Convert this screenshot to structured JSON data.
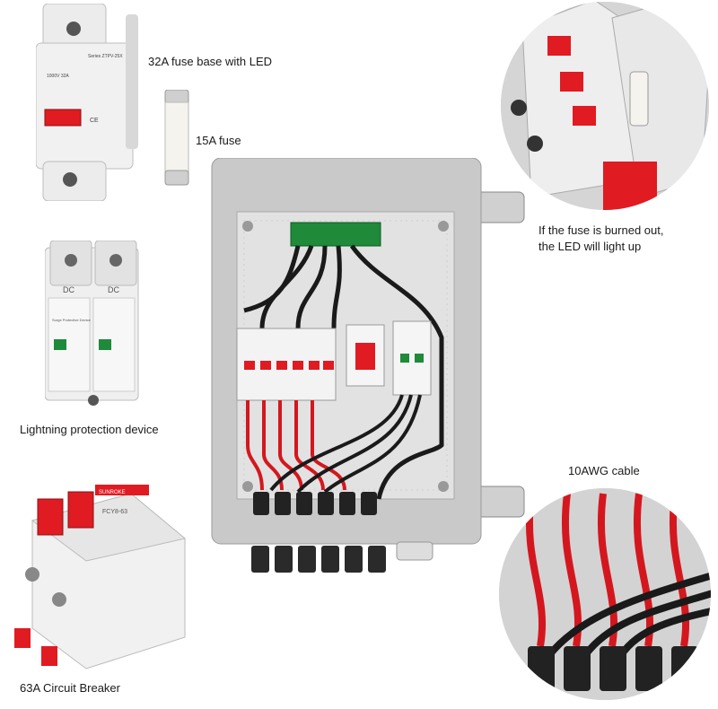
{
  "labels": {
    "fuse_base": "32A fuse base with  LED",
    "fuse": "15A fuse",
    "lightning": "Lightning protection device",
    "breaker": "63A Circuit Breaker",
    "led_line1": "If the fuse is burned out,",
    "led_line2": "the LED will light up",
    "cable": "10AWG cable"
  },
  "device_text": {
    "fuse_base_model": "Series ZTPV-25X",
    "fuse_base_spec": "1000V 32A",
    "fuse_base_ce": "CE",
    "spd_top_a": "DC",
    "spd_top_b": "DC",
    "spd_side": "Surge Protective Device",
    "breaker_brand": "SUNROKE",
    "breaker_model": "FCY8-63"
  },
  "colors": {
    "enclosure": "#c9c9c9",
    "panel": "#e2e2e2",
    "red": "#e01b22",
    "green": "#1f8a3a",
    "cable_red": "#d4171e",
    "cable_black": "#1a1a1a"
  }
}
